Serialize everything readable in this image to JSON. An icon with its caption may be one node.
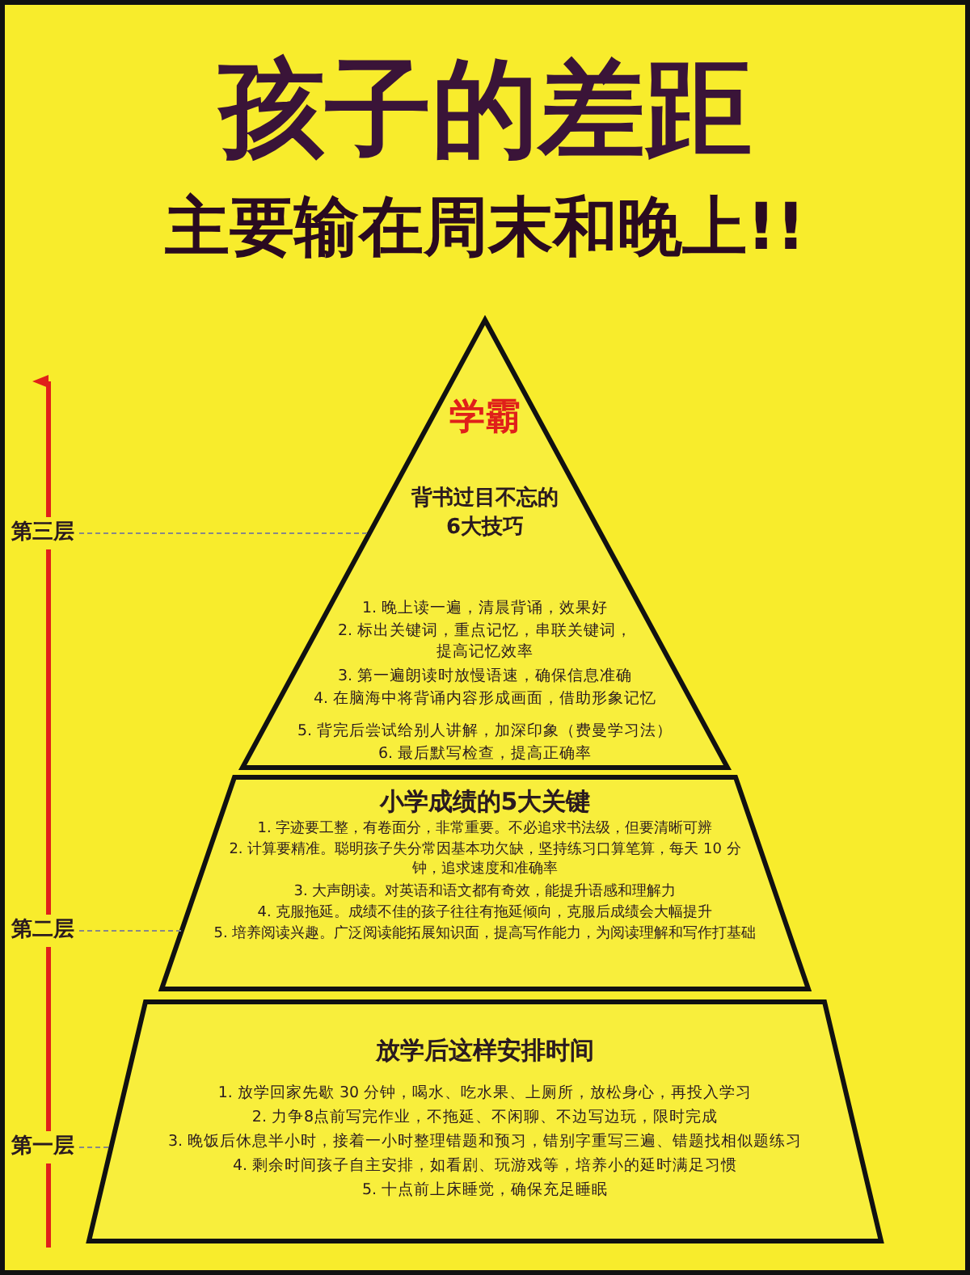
{
  "diagram": {
    "title": "孩子的差距",
    "nodes": [
      {
        "text": [
          "学霸",
          "背书过目不忘的 6大技巧",
          "1. 晚上读一遍，清晨背诵，效果好",
          "2. 标出关键词，重点记忆，串联关键词，提高记忆效率",
          "3. 第一遍朗读时放慢语速，确保信息准确",
          "4. 在脑海中将背诵内容形成画面，借助形象记忆",
          "5. 背完后尝试给别人讲解，加深印象（费曼学习法）",
          "6. 最后默写检查，提高正确率"
        ]
      },
      {
        "text": [
          "小学成绩的5大关键",
          "1. 字迹要工整，有卷面分，非常重要。不必追求书法级，但要清晰可辨",
          "2. 计算要精准。聪明孩子失分常因基本功欠缺，坚持练习口算笔算，每天 10 分钟，追求速度和准确率",
          "3. 大声朗读。对英语和语文都有奇效，能提升语感和理解力",
          "4. 克服拖延。成绩不佳的孩子往往有拖延倾向，克服后成绩会大幅提升",
          "5. 培养阅读兴趣。广泛阅读能拓展知识面，提高写作能力，为阅读理解和写作打基础"
        ]
      },
      {
        "text": [
          "放学后这样安排时间",
          "1. 放学回家先歇 30 分钟，喝水、吃水果、上厕所，放松身心，再投入学习",
          "2. 力争8点前写完作业，不拖延、不闲聊、不边写边玩，限时完成",
          "3. 晚饭后休息半小时，接着一小时整理错题和预习，错别字重写三遍、错题找相似题练习",
          "4. 剩余时间孩子自主安排，如看剧、玩游戏等，培养小的延时满足习惯",
          "5. 十点前上床睡觉，确保充足睡眠"
        ]
      },
      {
        "text": [
          "第三层"
        ]
      },
      {
        "text": [
          "第二层"
        ]
      },
      {
        "text": [
          "第一层"
        ]
      }
    ],
    "edges": [
      {
        "from": 3,
        "to": 0,
        "arrow": "none",
        "style": "dashed"
      },
      {
        "from": 4,
        "to": 1,
        "arrow": "none",
        "style": "dashed"
      },
      {
        "from": 5,
        "to": 2,
        "arrow": "none",
        "style": "dashed"
      }
    ],
    "labels": [
      "主要输在周末和晚上!!"
    ]
  }
}
